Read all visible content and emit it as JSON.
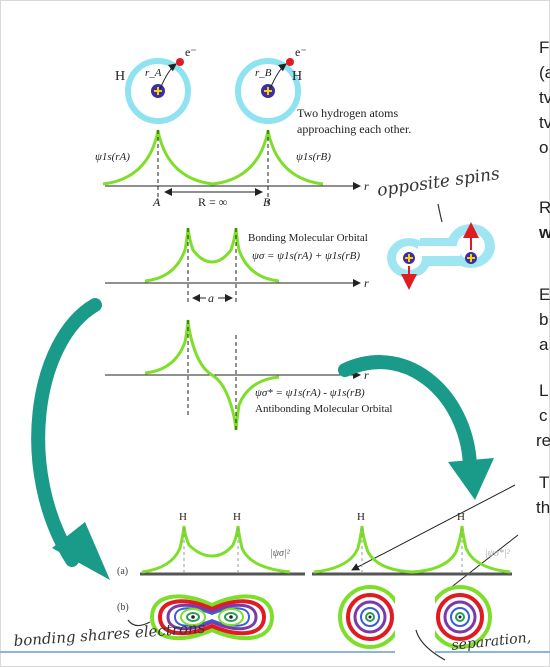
{
  "figure": {
    "atom_left": "H",
    "atom_right": "H",
    "electron_left": "e⁻",
    "electron_right": "e⁻",
    "radius_left": "r_A",
    "radius_right": "r_B",
    "caption_line1": "Two hydrogen atoms",
    "caption_line2": "approaching each other.",
    "psi_left": "ψ1s(rA)",
    "psi_right": "ψ1s(rB)",
    "axis_r": "r",
    "point_A": "A",
    "point_B": "B",
    "separation": "R = ∞",
    "bonding_title": "Bonding Molecular Orbital",
    "bonding_eq": "ψσ = ψ1s(rA) + ψ1s(rB)",
    "spacing": "a",
    "antibonding_eq": "ψσ* = ψ1s(rA) - ψ1s(rB)",
    "antibonding_title": "Antibonding  Molecular Orbital",
    "panel_a": "(a)",
    "panel_b": "(b)",
    "h_label": "H",
    "psi_sq_bond": "|ψσ|²",
    "psi_sq_anti": "|ψσ*|²"
  },
  "annotations": {
    "opposite_spins": "opposite spins",
    "bonding_shares": "bonding shares electrons",
    "separation": "separation,"
  },
  "side_text": {
    "line1": "F",
    "line2": "(a",
    "line3": "tv",
    "line4": "tv",
    "line5": "o",
    "line6": "R",
    "line7": "w",
    "line8": "E",
    "line9": "b",
    "line10": "a",
    "line11": "L",
    "line12": "c",
    "line13": "re",
    "line14": "T",
    "line15": "th"
  },
  "colors": {
    "orbital_green": "#7ddf2a",
    "atom_cyan": "#8fe3f0",
    "arrow_teal": "#1a9a88",
    "electron_red": "#e11b22",
    "nucleus_blue": "#3a2fa8"
  }
}
